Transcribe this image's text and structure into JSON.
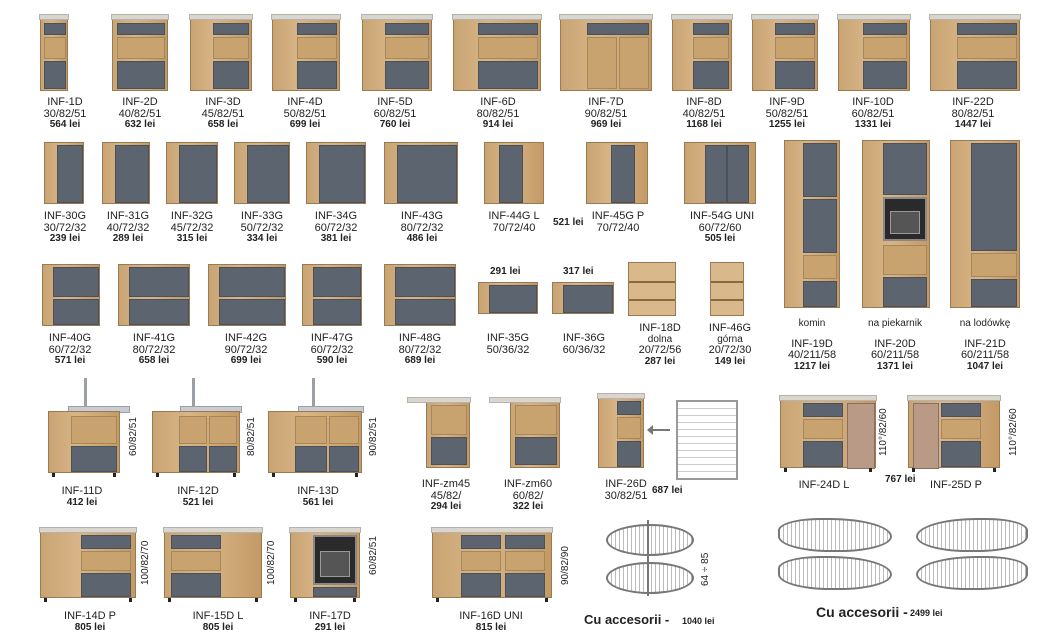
{
  "row1": [
    {
      "code": "INF-1D",
      "dim": "30/82/51",
      "price": "564 lei"
    },
    {
      "code": "INF-2D",
      "dim": "40/82/51",
      "price": "632 lei"
    },
    {
      "code": "INF-3D",
      "dim": "45/82/51",
      "price": "658 lei"
    },
    {
      "code": "INF-4D",
      "dim": "50/82/51",
      "price": "699 lei"
    },
    {
      "code": "INF-5D",
      "dim": "60/82/51",
      "price": "760 lei"
    },
    {
      "code": "INF-6D",
      "dim": "80/82/51",
      "price": "914 lei"
    },
    {
      "code": "INF-7D",
      "dim": "90/82/51",
      "price": "969 lei"
    },
    {
      "code": "INF-8D",
      "dim": "40/82/51",
      "price": "1168 lei"
    },
    {
      "code": "INF-9D",
      "dim": "50/82/51",
      "price": "1255 lei"
    },
    {
      "code": "INF-10D",
      "dim": "60/82/51",
      "price": "1331 lei"
    },
    {
      "code": "INF-22D",
      "dim": "80/82/51",
      "price": "1447 lei"
    }
  ],
  "row2": [
    {
      "code": "INF-30G",
      "dim": "30/72/32",
      "price": "239 lei"
    },
    {
      "code": "INF-31G",
      "dim": "40/72/32",
      "price": "289 lei"
    },
    {
      "code": "INF-32G",
      "dim": "45/72/32",
      "price": "315 lei"
    },
    {
      "code": "INF-33G",
      "dim": "50/72/32",
      "price": "334 lei"
    },
    {
      "code": "INF-34G",
      "dim": "60/72/32",
      "price": "381 lei"
    },
    {
      "code": "INF-43G",
      "dim": "80/72/32",
      "price": "486 lei"
    },
    {
      "code": "INF-44G L",
      "dim": "70/72/40",
      "price": "521 lei"
    },
    {
      "code": "INF-45G P",
      "dim": "70/72/40",
      "price": ""
    },
    {
      "code": "INF-54G UNI",
      "dim": "60/72/60",
      "price": "505 lei"
    }
  ],
  "tall": [
    {
      "note": "komin",
      "code": "INF-19D",
      "dim": "40/211/58",
      "price": "1217 lei"
    },
    {
      "note": "na piekarnik",
      "code": "INF-20D",
      "dim": "60/211/58",
      "price": "1371 lei"
    },
    {
      "note": "na lodówkę",
      "code": "INF-21D",
      "dim": "60/211/58",
      "price": "1047 lei"
    }
  ],
  "row3": [
    {
      "code": "INF-40G",
      "dim": "60/72/32",
      "price": "571 lei"
    },
    {
      "code": "INF-41G",
      "dim": "80/72/32",
      "price": "658 lei"
    },
    {
      "code": "INF-42G",
      "dim": "90/72/32",
      "price": "699 lei"
    },
    {
      "code": "INF-47G",
      "dim": "60/72/32",
      "price": "590 lei"
    },
    {
      "code": "INF-48G",
      "dim": "80/72/32",
      "price": "689 lei"
    },
    {
      "code": "INF-35G",
      "dim": "50/36/32",
      "price": "291 lei"
    },
    {
      "code": "INF-36G",
      "dim": "60/36/32",
      "price": "317 lei"
    },
    {
      "code": "INF-18D",
      "sub": "dolna",
      "dim": "20/72/56",
      "price": "287 lei"
    },
    {
      "code": "INF-46G",
      "sub": "górna",
      "dim": "20/72/30",
      "price": "149 lei"
    }
  ],
  "row4": [
    {
      "code": "INF-11D",
      "price": "412 lei",
      "side": "60/82/51"
    },
    {
      "code": "INF-12D",
      "price": "521 lei",
      "side": "80/82/51"
    },
    {
      "code": "INF-13D",
      "price": "561 lei",
      "side": "90/82/51"
    },
    {
      "code": "INF-zm45",
      "dim": "45/82/",
      "price": "294 lei"
    },
    {
      "code": "INF-zm60",
      "dim": "60/82/",
      "price": "322 lei"
    },
    {
      "code": "INF-26D",
      "dim": "30/82/51",
      "price": "687 lei"
    },
    {
      "code": "INF-24D L",
      "price": "767 lei",
      "side": "110°/82/60"
    },
    {
      "code": "INF-25D P",
      "price": "",
      "side": "110°/82/60"
    }
  ],
  "row5": [
    {
      "code": "INF-14D P",
      "price": "805 lei",
      "side": "100/82/70"
    },
    {
      "code": "INF-15D L",
      "price": "805 lei",
      "side": "100/82/70"
    },
    {
      "code": "INF-17D",
      "price": "291 lei",
      "side": "60/82/51"
    },
    {
      "code": "INF-16D UNI",
      "price": "815 lei",
      "side": "90/82/90"
    }
  ],
  "accessories": [
    {
      "label": "Cu accesorii -",
      "price": "1040 lei",
      "dim": "64 ÷ 85"
    },
    {
      "label": "Cu accesorii -",
      "price": "2499 lei"
    }
  ]
}
